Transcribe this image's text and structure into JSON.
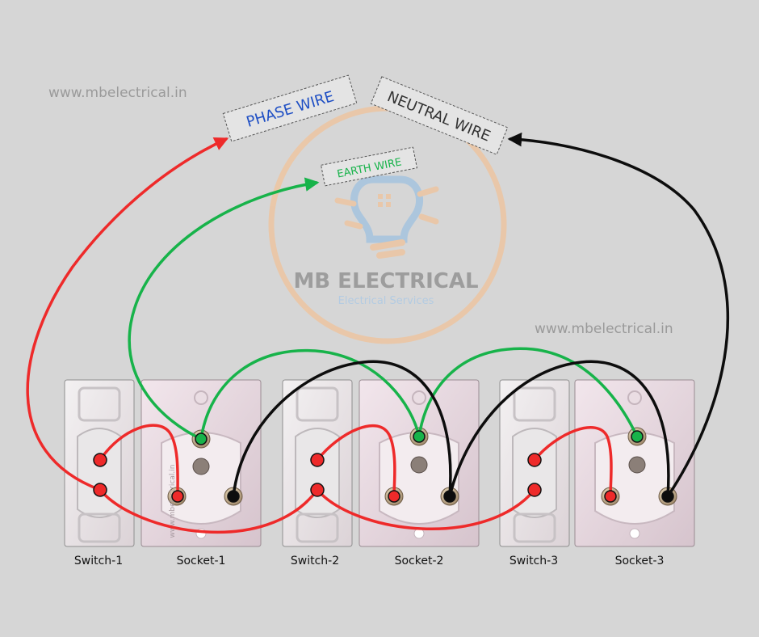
{
  "watermarks": {
    "url_top": "www.mbelectrical.in",
    "url_mid": "www.mbelectrical.in",
    "logo_title": "MB ELECTRICAL",
    "logo_subtitle": "Electrical Services",
    "plate_watermark": "www.mbelectrical.in"
  },
  "labels": {
    "phase": "PHASE WIRE",
    "neutral": "NEUTRAL WIRE",
    "earth": "EARTH WIRE"
  },
  "units": [
    {
      "switch": "Switch-1",
      "socket": "Socket-1"
    },
    {
      "switch": "Switch-2",
      "socket": "Socket-2"
    },
    {
      "switch": "Switch-3",
      "socket": "Socket-3"
    }
  ],
  "colors": {
    "background": "#d6d6d6",
    "phase_wire": "#ee2a2a",
    "neutral_wire": "#0d0d0d",
    "earth_wire": "#17b34a",
    "phase_label_text": "#1f4fc4",
    "earth_label_text": "#17b34a",
    "neutral_label_text": "#333333",
    "logo_ring": "#f0c39a",
    "logo_text": "#8a8a8a"
  },
  "icons": {
    "logo": "light-bulb-icon"
  }
}
